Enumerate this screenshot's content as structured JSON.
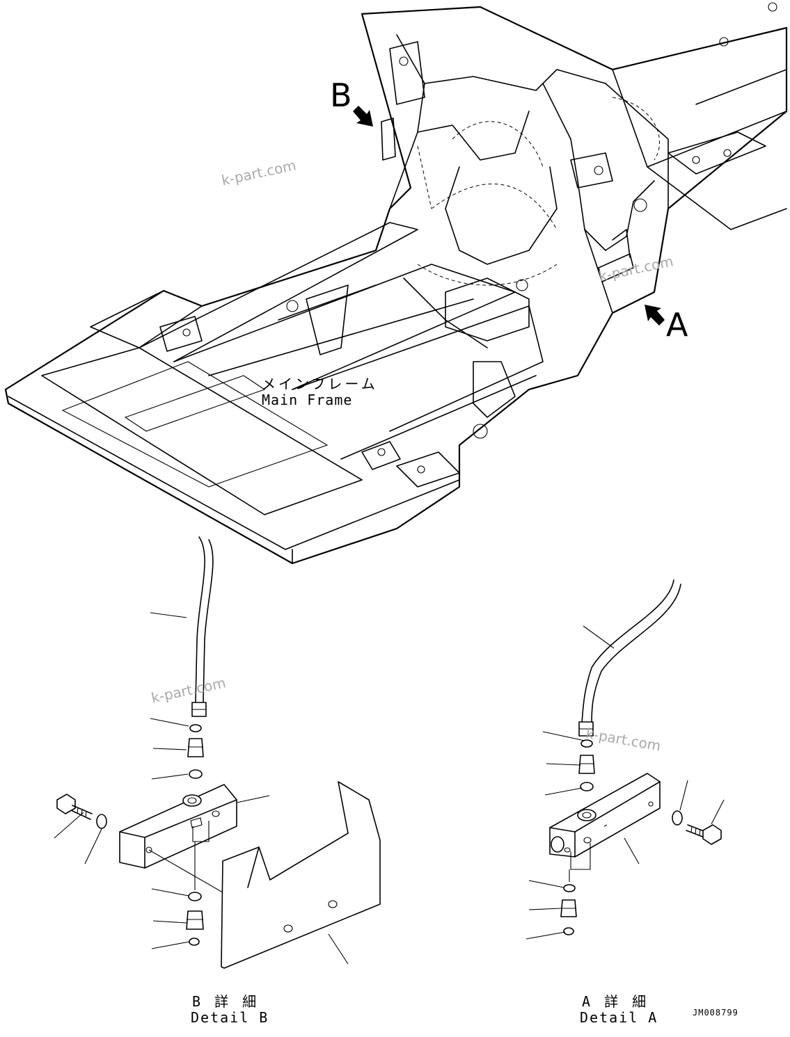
{
  "labels": {
    "arrow_b": "B",
    "arrow_a": "A",
    "main_frame_jp": "メインフレーム",
    "main_frame_en": "Main Frame",
    "detail_b_jp": "B 詳 細",
    "detail_b_en": "Detail B",
    "detail_a_jp": "A 詳 細",
    "detail_a_en": "Detail A",
    "drawing_code": "JM008799"
  },
  "watermarks": [
    "k-part.com",
    "k-part.com",
    "k-part.com",
    "k-part.com"
  ],
  "colors": {
    "line": "#000000",
    "background": "#ffffff",
    "watermark": "#a9a9a9"
  }
}
